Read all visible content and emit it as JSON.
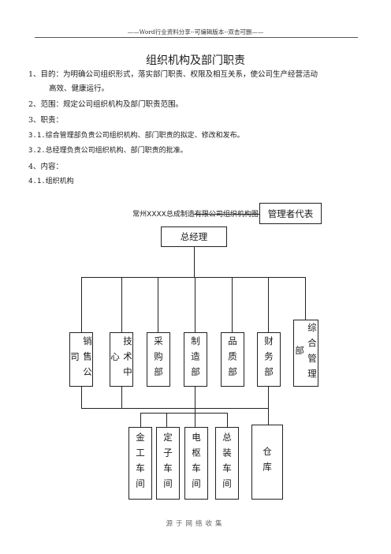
{
  "header": {
    "text": "——Word行业资料分享--可编辑版本--双击可删——"
  },
  "title": "组织机构及部门职责",
  "paragraphs": [
    "1、目的：为明确公司组织形式，落实部门职责、权限及相互关系，使公司生产经营活动",
    "高效、健康运行。",
    "2、范围：规定公司组织机构及部门职责范围。",
    "3、职责：",
    "3.1.综合管理部负责公司组织机构、部门职责的拟定、修改和发布。",
    "3.2.总经理负责公司组织机构、部门职责的批准。",
    "4、内容：",
    "4.1.组织机构"
  ],
  "chart": {
    "title": "常州XXXX总成制造有限公司组织机构图",
    "top": "总经理",
    "rep": "管理者代表",
    "departments": [
      "销售公司",
      "技术中心",
      "采购部",
      "制造部",
      "品质部",
      "财务部",
      "综合管理部"
    ],
    "workshops": [
      "金工车间",
      "定子车间",
      "电枢车间",
      "总装车间"
    ],
    "warehouse": "仓库"
  },
  "footer": "源于网络收集"
}
